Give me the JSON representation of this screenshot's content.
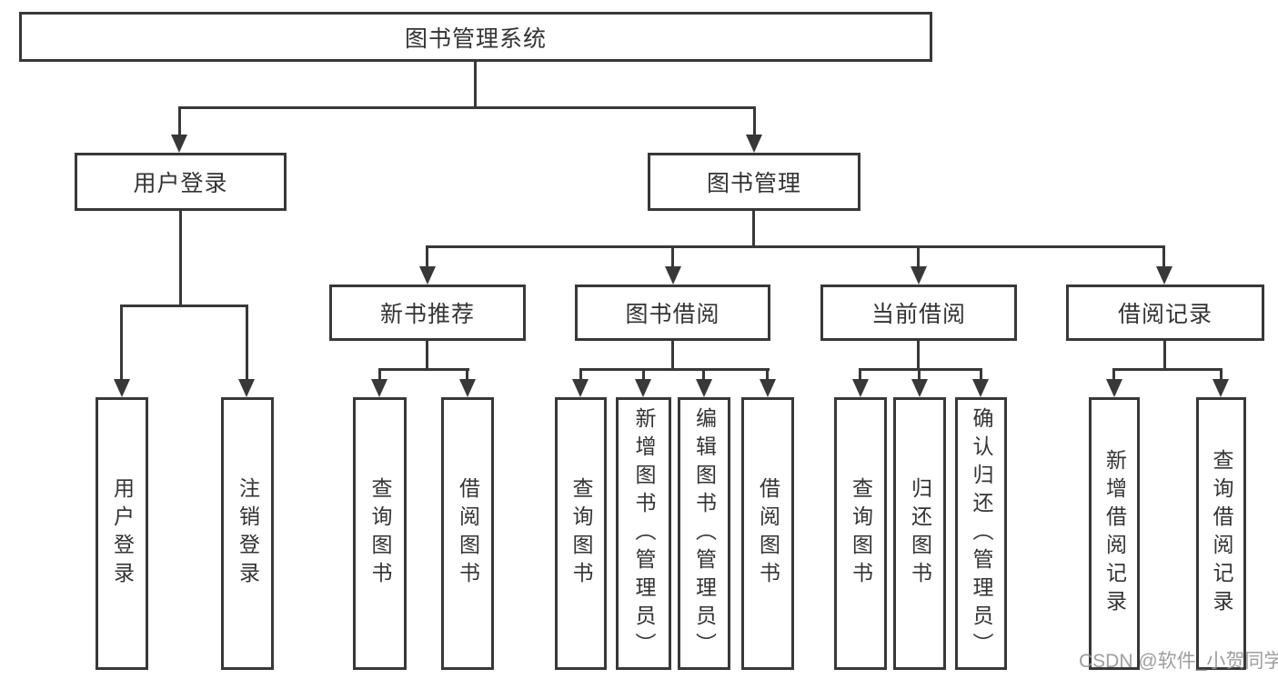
{
  "tree": {
    "root": "图书管理系统",
    "branches": [
      {
        "label": "用户登录",
        "children": [
          "用户登录",
          "注销登录"
        ]
      },
      {
        "label": "图书管理",
        "children": [
          {
            "label": "新书推荐",
            "children": [
              "查询图书",
              "借阅图书"
            ]
          },
          {
            "label": "图书借阅",
            "children": [
              "查询图书",
              "新增图书（管理员）",
              "编辑图书（管理员）",
              "借阅图书"
            ]
          },
          {
            "label": "当前借阅",
            "children": [
              "查询图书",
              "归还图书",
              "确认归还（管理员）"
            ]
          },
          {
            "label": "借阅记录",
            "children": [
              "新增借阅记录",
              "查询借阅记录"
            ]
          }
        ]
      }
    ]
  },
  "watermark": {
    "text": "CSDN @软件_小贺同学"
  },
  "colors": {
    "line": "#383838",
    "text": "#333333",
    "background": "#ffffff",
    "watermark": "#949494"
  }
}
